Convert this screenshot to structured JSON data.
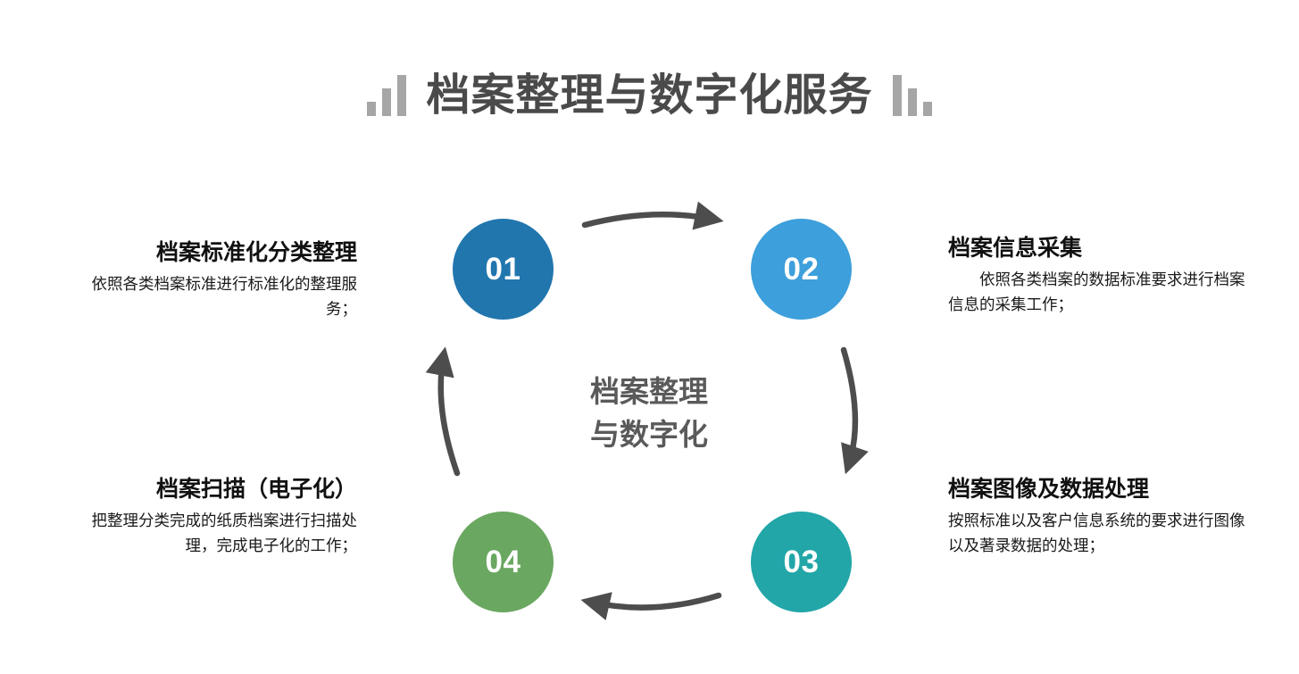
{
  "header": {
    "title": "档案整理与数字化服务",
    "decoration_left": "ascending-bars-icon",
    "decoration_right": "descending-bars-icon",
    "decoration_color": "#a6a6a6",
    "title_color": "#4a4a4a"
  },
  "center": {
    "line1": "档案整理",
    "line2": "与数字化",
    "color": "#5a5a5a"
  },
  "arrows": {
    "color": "#4d4d4d",
    "direction": "clockwise",
    "items": [
      {
        "name": "arrow-01-to-02",
        "position": "top",
        "points": "right"
      },
      {
        "name": "arrow-02-to-03",
        "position": "right",
        "points": "down"
      },
      {
        "name": "arrow-03-to-04",
        "position": "bottom",
        "points": "left"
      },
      {
        "name": "arrow-04-to-01",
        "position": "left",
        "points": "up"
      }
    ]
  },
  "steps": [
    {
      "number": "01",
      "color": "#2176ae",
      "title": "档案标准化分类整理",
      "body": "依照各类档案标准进行标准化的整理服务；",
      "align": "right"
    },
    {
      "number": "02",
      "color": "#3d9fdb",
      "title": "档案信息采集",
      "body": "依照各类档案的数据标准要求进行档案信息的采集工作；",
      "align": "left"
    },
    {
      "number": "03",
      "color": "#22a6a8",
      "title": "档案图像及数据处理",
      "body": "按照标准以及客户信息系统的要求进行图像以及著录数据的处理；",
      "align": "left"
    },
    {
      "number": "04",
      "color": "#6aa760",
      "title": "档案扫描（电子化）",
      "body": "把整理分类完成的纸质档案进行扫描处理，完成电子化的工作；",
      "align": "right"
    }
  ]
}
